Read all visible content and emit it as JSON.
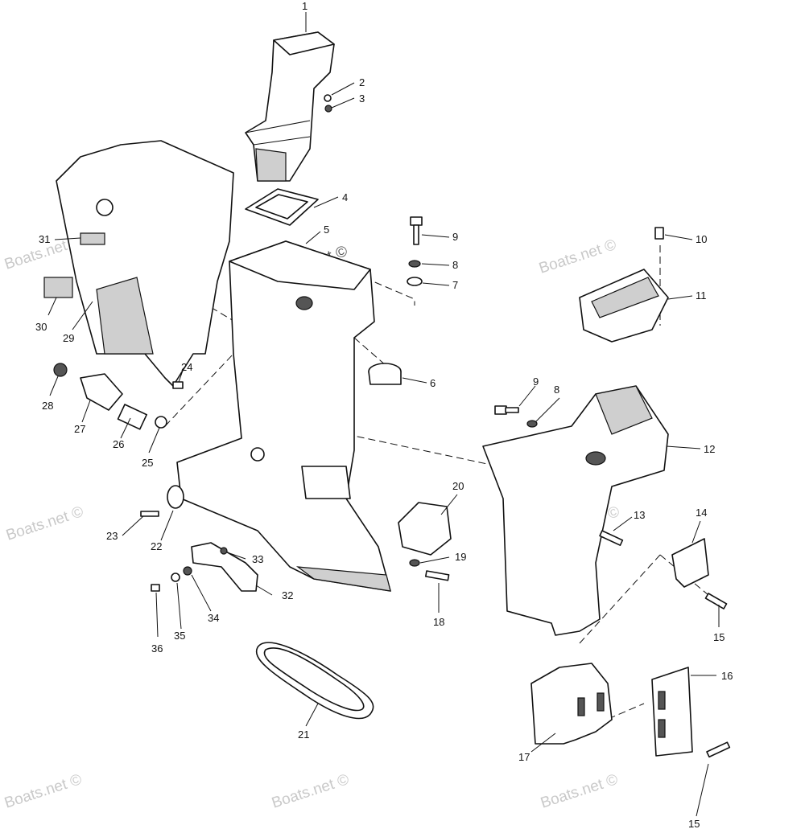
{
  "diagram": {
    "callouts": [
      "1",
      "2",
      "3",
      "4",
      "5",
      "6",
      "7",
      "8",
      "9",
      "10",
      "11",
      "12",
      "13",
      "14",
      "15",
      "16",
      "17",
      "18",
      "19",
      "20",
      "21",
      "22",
      "23",
      "24",
      "25",
      "26",
      "27",
      "28",
      "29",
      "30",
      "31",
      "32",
      "33",
      "34",
      "35",
      "36",
      "8",
      "9",
      "15"
    ],
    "watermark": "Boats.net ©",
    "center_watermark": "Boats.net ©"
  }
}
